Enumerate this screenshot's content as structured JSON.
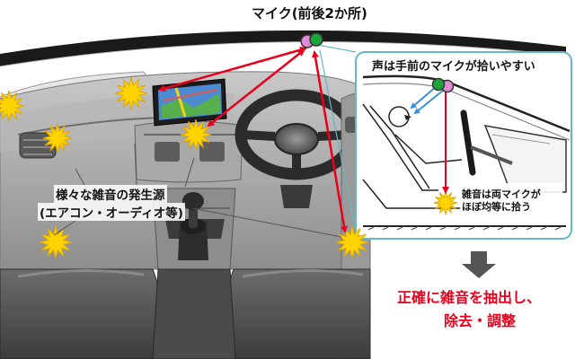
{
  "title": "マイク(前後2か所)",
  "inset": {
    "caption": "声は手前のマイクが拾いやすい",
    "note_line1": "雑音は両マイクが",
    "note_line2": "ほぼ均等に拾う"
  },
  "noise_source": {
    "line1": "様々な雑音の発生源",
    "line2": "(エアコン・オーディオ等)"
  },
  "result": {
    "line1": "正確に雑音を抽出し、",
    "line2": "除去・調整"
  },
  "colors": {
    "arrow_red": "#e8001c",
    "arrow_blue": "#3a8fd9",
    "mic_green": "#1aa43a",
    "mic_pink": "#e08ad8",
    "burst_yellow": "#ffd400",
    "inset_border": "#66b7c4",
    "down_arrow": "#555555"
  },
  "icons": [
    "noise-burst-icon",
    "microphone-icon",
    "down-arrow-icon"
  ]
}
